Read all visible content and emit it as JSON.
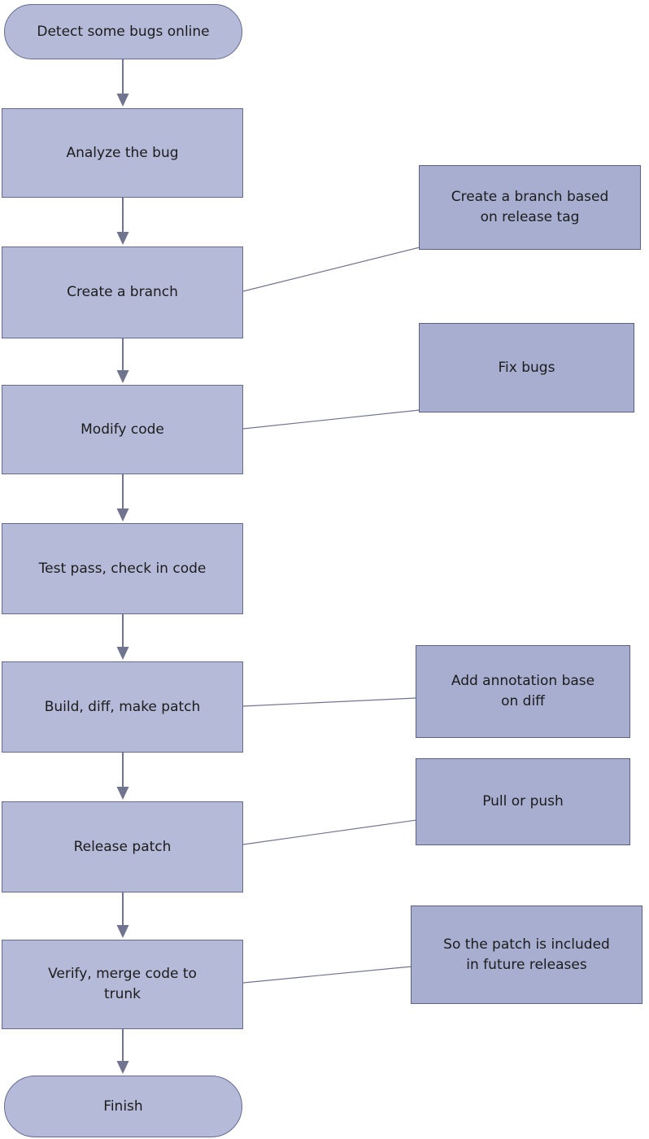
{
  "diagram": {
    "type": "flowchart",
    "direction": "top-down",
    "nodes": [
      {
        "id": "start",
        "shape": "stadium",
        "label": "Detect some bugs online"
      },
      {
        "id": "analyze",
        "shape": "rectangle",
        "label": "Analyze the bug"
      },
      {
        "id": "create-branch",
        "shape": "rectangle",
        "label": "Create a branch"
      },
      {
        "id": "modify-code",
        "shape": "rectangle",
        "label": "Modify code"
      },
      {
        "id": "test-pass",
        "shape": "rectangle",
        "label": "Test pass, check in code"
      },
      {
        "id": "build-diff",
        "shape": "rectangle",
        "label": "Build, diff, make patch"
      },
      {
        "id": "release-patch",
        "shape": "rectangle",
        "label": "Release patch"
      },
      {
        "id": "verify-merge",
        "shape": "rectangle",
        "label": "Verify,  merge code to trunk"
      },
      {
        "id": "finish",
        "shape": "stadium",
        "label": "Finish"
      }
    ],
    "annotations": [
      {
        "id": "note-branch-tag",
        "label": "Create a branch based on release tag",
        "attached_to": "create-branch"
      },
      {
        "id": "note-fix-bugs",
        "label": "Fix bugs",
        "attached_to": "modify-code"
      },
      {
        "id": "note-add-annotation",
        "label": "Add annotation base on diff",
        "attached_to": "build-diff"
      },
      {
        "id": "note-pull-push",
        "label": "Pull or push",
        "attached_to": "release-patch"
      },
      {
        "id": "note-future-releases",
        "label": "So the patch is included in future releases",
        "attached_to": "verify-merge"
      }
    ],
    "colors": {
      "node_fill": "#b4bad7",
      "annotation_fill": "#a7aed0",
      "node_border": "#646b90",
      "annotation_border": "#5a6187",
      "connector": "#70748f",
      "text": "#1c1c1c"
    }
  }
}
